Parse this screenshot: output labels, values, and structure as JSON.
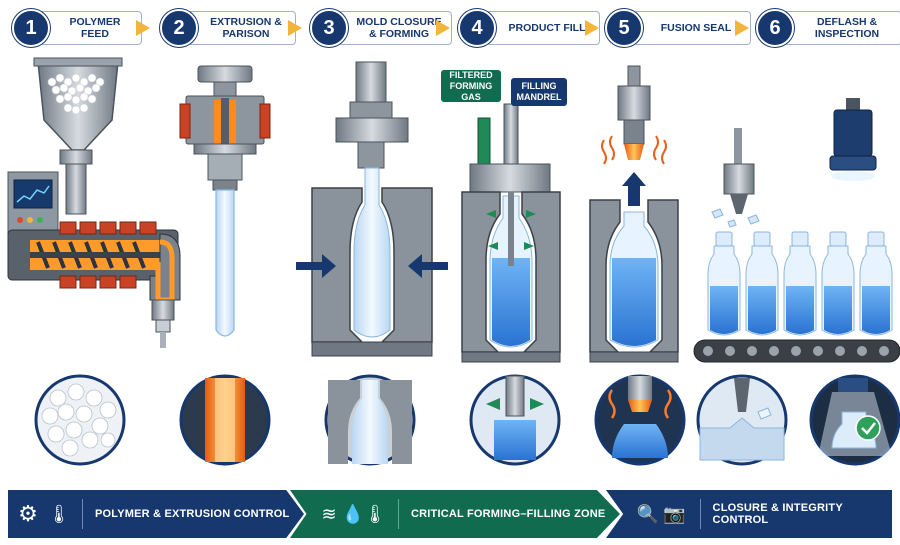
{
  "steps": [
    {
      "num": "1",
      "label": "POLYMER\nFEED"
    },
    {
      "num": "2",
      "label": "EXTRUSION &\nPARISON"
    },
    {
      "num": "3",
      "label": "MOLD CLOSURE\n& FORMING"
    },
    {
      "num": "4",
      "label": "PRODUCT FILL"
    },
    {
      "num": "5",
      "label": "FUSION SEAL"
    },
    {
      "num": "6",
      "label": "DEFLASH &\nINSPECTION"
    }
  ],
  "callouts": {
    "gas": "FILTERED\nFORMING GAS",
    "mandrel": "FILLING\nMANDREL"
  },
  "bottom": {
    "seg1": {
      "label": "POLYMER & EXTRUSION CONTROL",
      "color": "#17386e",
      "icons": [
        "gear-icon",
        "thermometer-icon"
      ]
    },
    "seg2": {
      "label": "CRITICAL FORMING–FILLING ZONE",
      "color": "#116b4e",
      "icons": [
        "airflow-icon",
        "droplet-icon",
        "thermometer-icon"
      ]
    },
    "seg3": {
      "label": "CLOSURE & INTEGRITY CONTROL",
      "color": "#17386e",
      "icons": [
        "magnifier-icon",
        "camera-icon"
      ]
    }
  },
  "colors": {
    "navy": "#17386e",
    "green": "#116b4e",
    "arrow": "#f0b53a",
    "liquid": "#3d8ee6",
    "heater": "#e0542a"
  }
}
